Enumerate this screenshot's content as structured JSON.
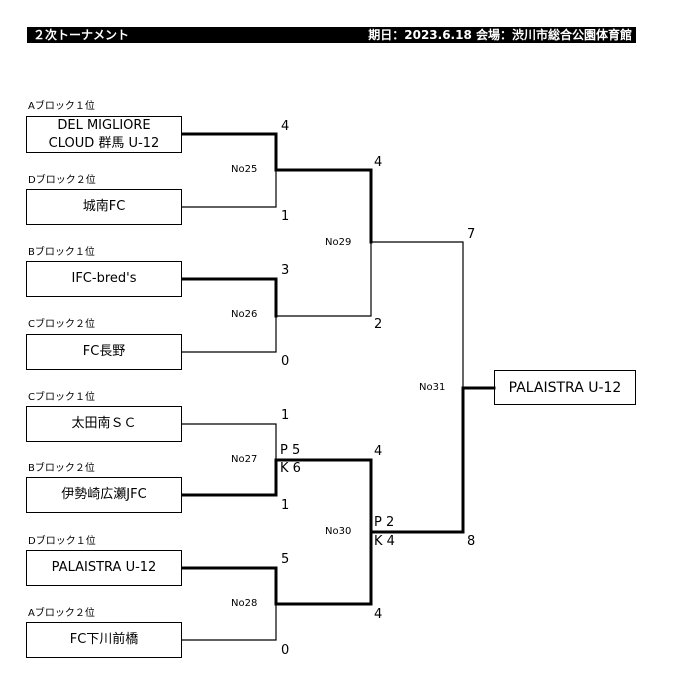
{
  "header": {
    "title": "２次トーナメント",
    "info": "期日：2023.6.18  会場：渋川市総合公園体育館"
  },
  "teams": [
    {
      "block": "Aブロック１位",
      "name_line1": "DEL MIGLIORE",
      "name_line2": "CLOUD 群馬  U-12"
    },
    {
      "block": "Dブロック２位",
      "name_line1": "城南FC",
      "name_line2": ""
    },
    {
      "block": "Bブロック１位",
      "name_line1": "IFC-bred's",
      "name_line2": ""
    },
    {
      "block": "Cブロック２位",
      "name_line1": "FC長野",
      "name_line2": ""
    },
    {
      "block": "Cブロック１位",
      "name_line1": "太田南ＳＣ",
      "name_line2": ""
    },
    {
      "block": "Bブロック２位",
      "name_line1": "伊勢崎広瀬JFC",
      "name_line2": ""
    },
    {
      "block": "Dブロック１位",
      "name_line1": "PALAISTRA U-12",
      "name_line2": ""
    },
    {
      "block": "Aブロック２位",
      "name_line1": "FC下川前橋",
      "name_line2": ""
    }
  ],
  "matches": {
    "no25": {
      "label": "No25",
      "top_score": "4",
      "bottom_score": "1"
    },
    "no26": {
      "label": "No26",
      "top_score": "3",
      "bottom_score": "0"
    },
    "no27": {
      "label": "No27",
      "top_score": "1",
      "bottom_score": "1",
      "pk_top": "P 5",
      "pk_bottom": "K 6"
    },
    "no28": {
      "label": "No28",
      "top_score": "5",
      "bottom_score": "0"
    },
    "no29": {
      "label": "No29",
      "top_score": "4",
      "bottom_score": "2"
    },
    "no30": {
      "label": "No30",
      "top_score": "4",
      "bottom_score": "4",
      "pk_top": "P 2",
      "pk_bottom": "K 4"
    },
    "no31": {
      "label": "No31",
      "top_score": "7",
      "bottom_score": "8"
    }
  },
  "champion": "PALAISTRA U-12",
  "colors": {
    "line": "#000000",
    "header_bg": "#000000",
    "header_text": "#ffffff"
  }
}
